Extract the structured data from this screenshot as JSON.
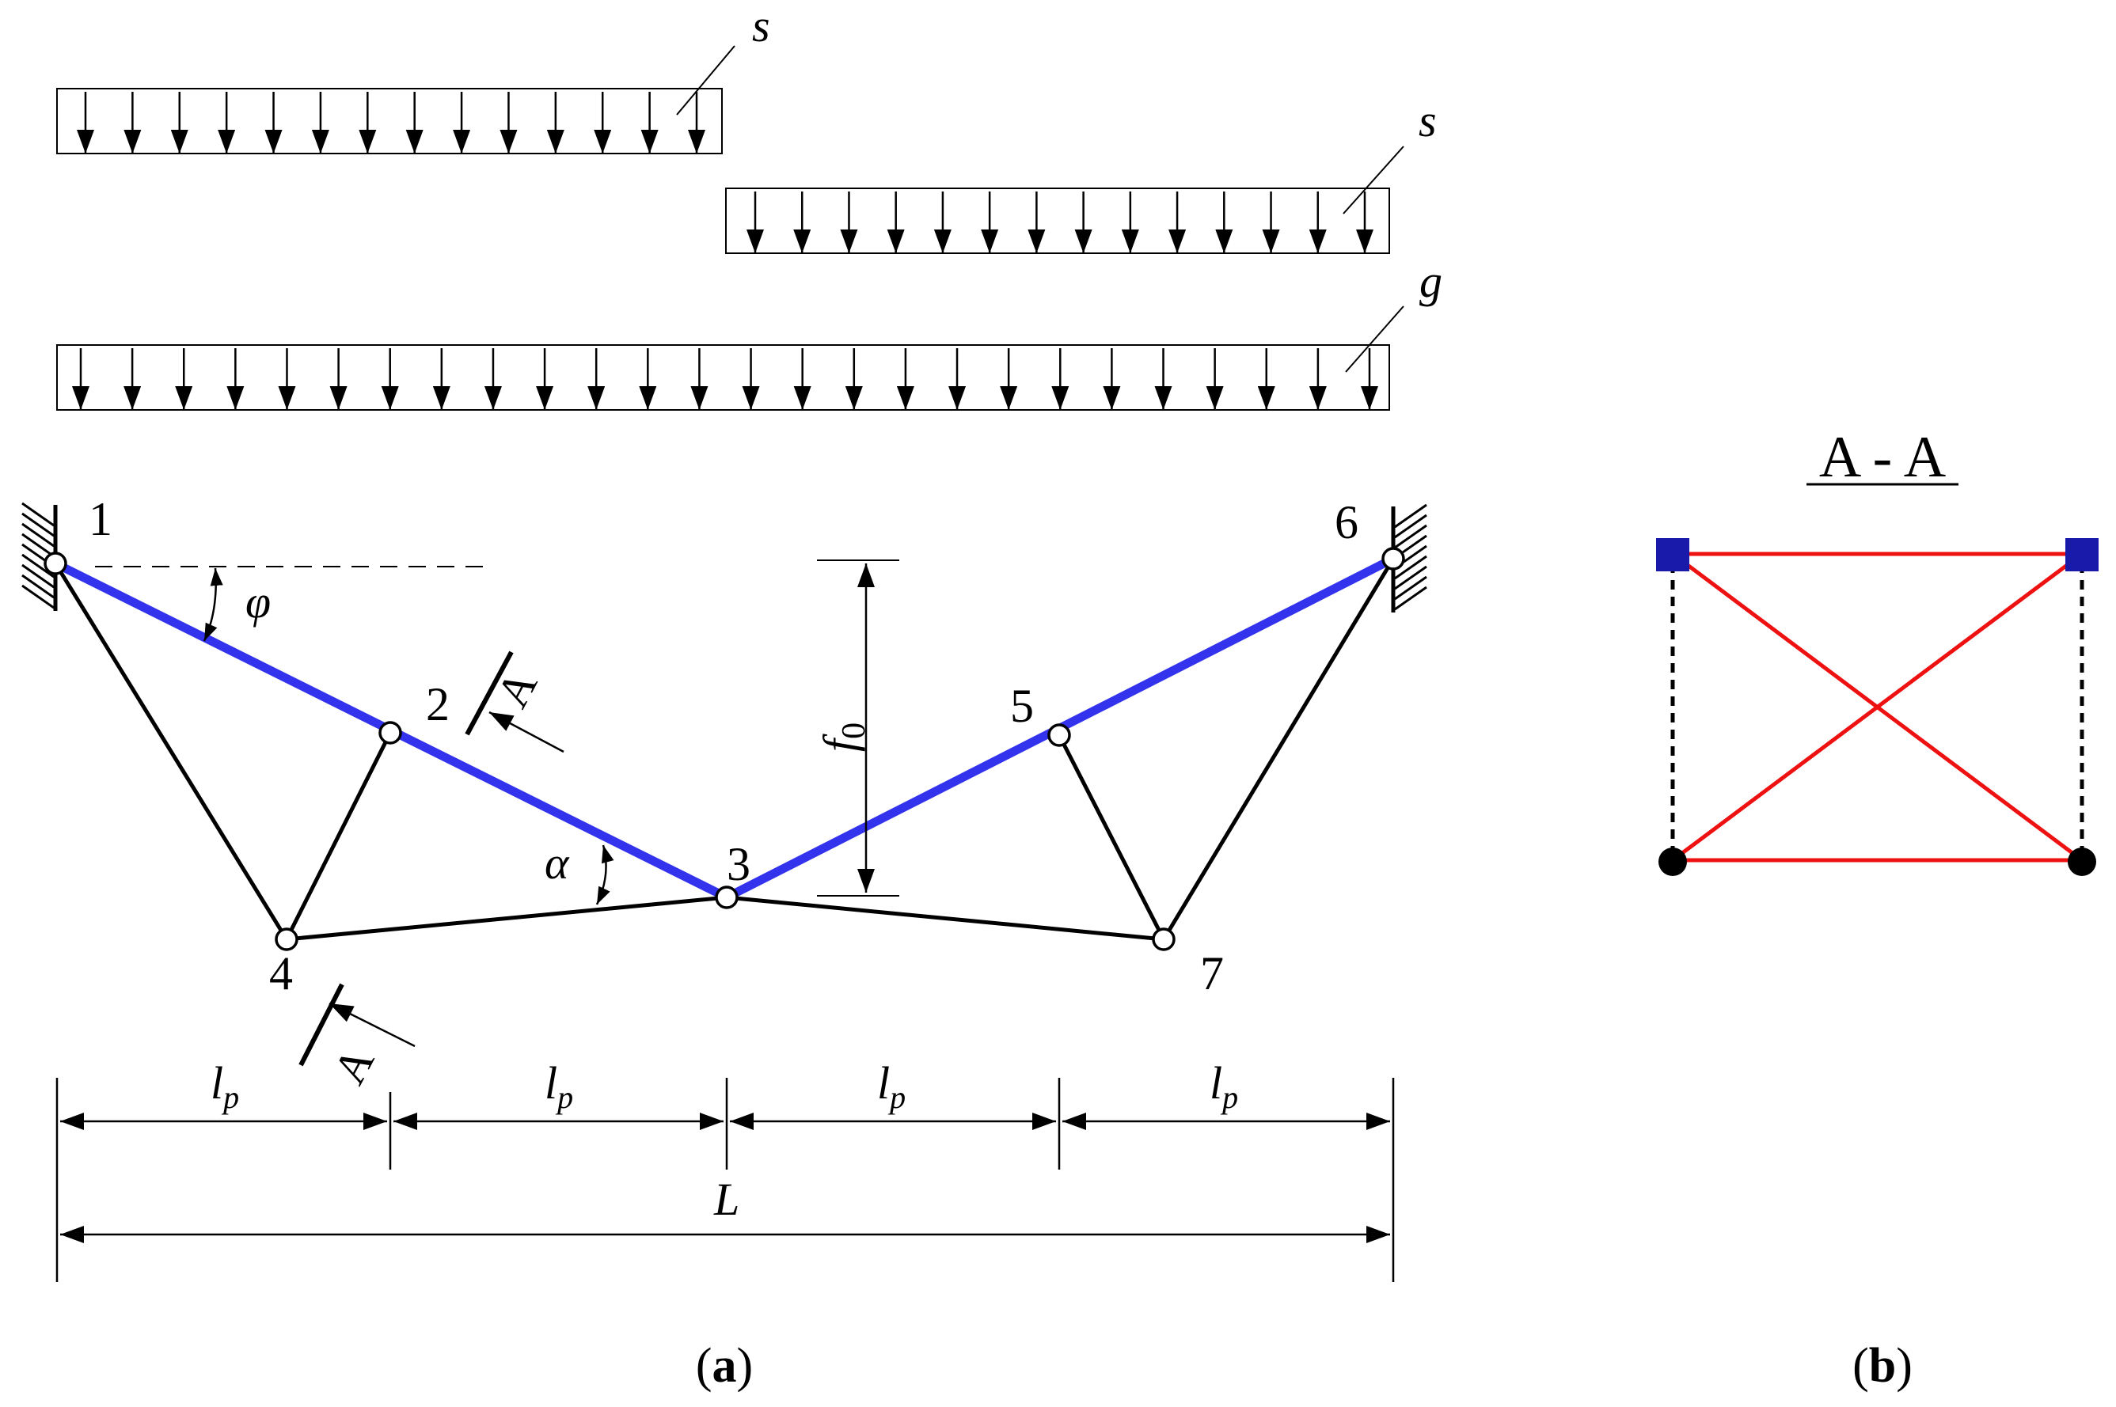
{
  "loads": {
    "top_left_label": "s",
    "middle_right_label": "s",
    "bottom_label": "g"
  },
  "nodes": {
    "n1": "1",
    "n2": "2",
    "n3": "3",
    "n4": "4",
    "n5": "5",
    "n6": "6",
    "n7": "7"
  },
  "angles": {
    "phi": "φ",
    "alpha": "α"
  },
  "dimensions": {
    "sag_main": "f",
    "sag_sub": "0",
    "panel_main": "l",
    "panel_sub": "p",
    "span": "L"
  },
  "section_marker": "A",
  "section": {
    "title": "A - A"
  },
  "captions": {
    "a_open": "(",
    "a_letter": "a",
    "a_close": ")",
    "b_open": "(",
    "b_letter": "b",
    "b_close": ")"
  },
  "colors": {
    "cable": "#3333ee",
    "bracing": "#ee1111",
    "section_node": "#1a1aaa",
    "line": "#000000"
  }
}
